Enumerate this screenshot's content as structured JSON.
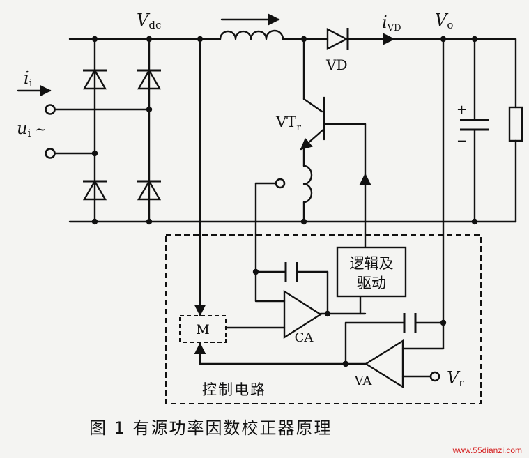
{
  "labels": {
    "vdc_main": "V",
    "vdc_sub": "dc",
    "ii_main": "i",
    "ii_sub": "i",
    "ui_main": "u",
    "ui_sub": "i",
    "ui_tilde": "~",
    "ivd_main": "i",
    "ivd_sub": "VD",
    "vo_main": "V",
    "vo_sub": "o",
    "vd": "VD",
    "vtr_main": "VT",
    "vtr_sub": "r",
    "plus": "+",
    "minus": "−",
    "logic_line1": "逻辑及",
    "logic_line2": "驱动",
    "m_block": "M",
    "ca": "CA",
    "va": "VA",
    "vr_main": "V",
    "vr_sub": "r",
    "control_circuit": "控制电路"
  },
  "caption": "图 1  有源功率因数校正器原理",
  "watermark": "www.55dianzi.com",
  "colors": {
    "ink": "#111111",
    "background": "#f4f4f2",
    "watermark": "#d42020"
  }
}
